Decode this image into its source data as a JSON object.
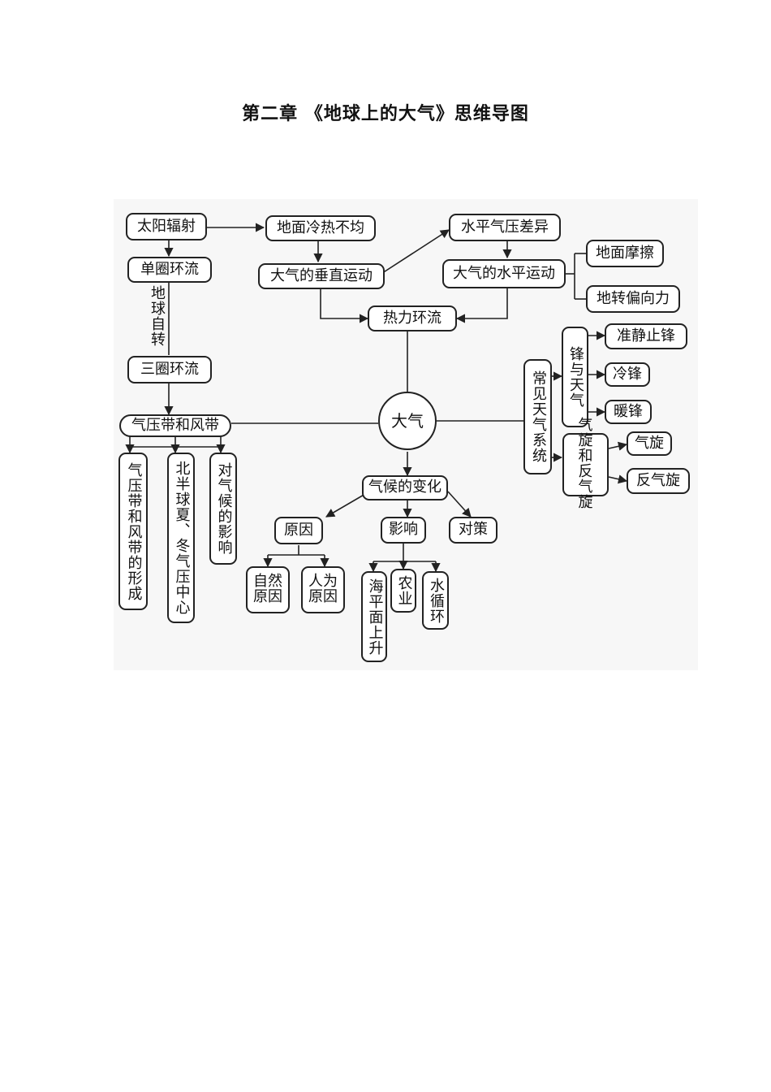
{
  "title": "第二章 《地球上的大气》思维导图",
  "nodes": {
    "solar_radiation": "太阳辐射",
    "uneven_heating": "地面冷热不均",
    "horizontal_pressure_diff": "水平气压差异",
    "single_cell": "单圈环流",
    "vertical_motion": "大气的垂直运动",
    "horizontal_motion": "大气的水平运动",
    "surface_friction": "地面摩擦",
    "coriolis": "地转偏向力",
    "earth_rotation": "地球自转",
    "thermal_circulation": "热力环流",
    "three_cell": "三圈环流",
    "atmosphere": "大气",
    "pressure_wind_belts": "气压带和风带",
    "belts_formation": "气压带和风带的形成",
    "nh_pressure_centers": "北半球夏、冬气压中心",
    "climate_impact": "对气候的影响",
    "common_weather": "常见天气系统",
    "front_weather": "锋与天气",
    "quasi_stationary_front": "准静止锋",
    "cold_front": "冷锋",
    "warm_front": "暖锋",
    "cyclone_anticyclone": "气旋和反气旋",
    "cyclone": "气旋",
    "anticyclone": "反气旋",
    "climate_change": "气候的变化",
    "causes": "原因",
    "impacts": "影响",
    "countermeasures": "对策",
    "natural_causes": "自然原因",
    "human_causes": "人为原因",
    "sea_level_rise": "海平面上升",
    "agriculture": "农业",
    "water_cycle": "水循环"
  }
}
